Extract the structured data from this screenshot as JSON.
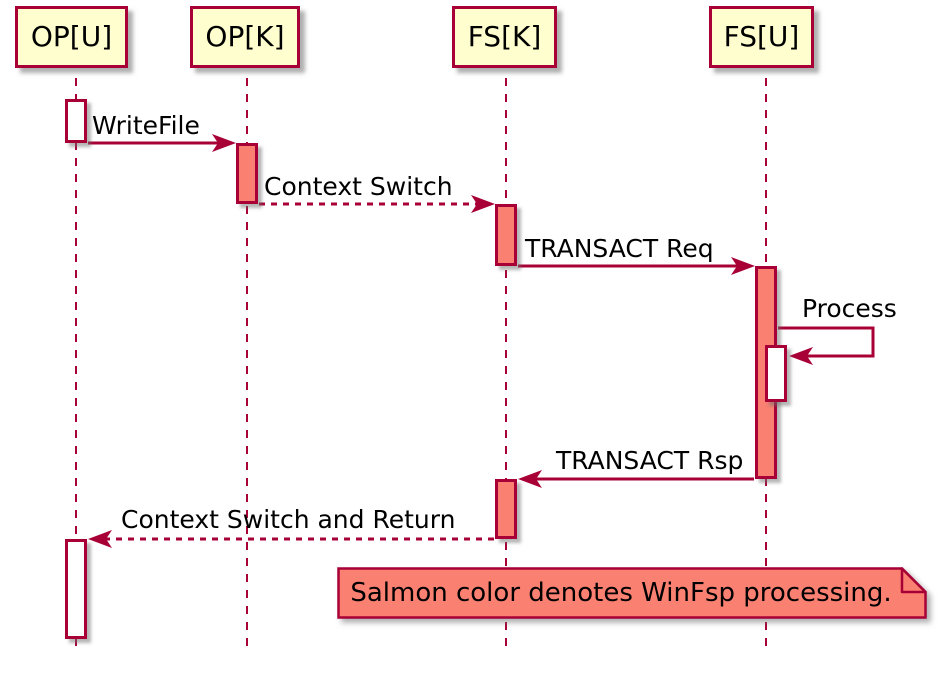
{
  "diagram_type": "plantuml-sequence",
  "participants": [
    {
      "name": "OP[U]"
    },
    {
      "name": "OP[K]"
    },
    {
      "name": "FS[K]"
    },
    {
      "name": "FS[U]"
    }
  ],
  "messages": [
    {
      "label": "WriteFile",
      "from": "OP[U]",
      "to": "OP[K]",
      "style": "solid"
    },
    {
      "label": "Context Switch",
      "from": "OP[K]",
      "to": "FS[K]",
      "style": "dashed"
    },
    {
      "label": "TRANSACT Req",
      "from": "FS[K]",
      "to": "FS[U]",
      "style": "solid"
    },
    {
      "label": "Process",
      "from": "FS[U]",
      "to": "FS[U]",
      "style": "self"
    },
    {
      "label": "TRANSACT Rsp",
      "from": "FS[U]",
      "to": "FS[K]",
      "style": "solid"
    },
    {
      "label": "Context Switch and Return",
      "from": "FS[K]",
      "to": "OP[U]",
      "style": "dashed"
    }
  ],
  "note": {
    "text": "Salmon color denotes WinFsp processing."
  },
  "colors": {
    "participant-fill": "#FEFECE",
    "line": "#A80036",
    "salmon": "#FA8072",
    "text": "#000000",
    "background": "#FFFFFF"
  }
}
